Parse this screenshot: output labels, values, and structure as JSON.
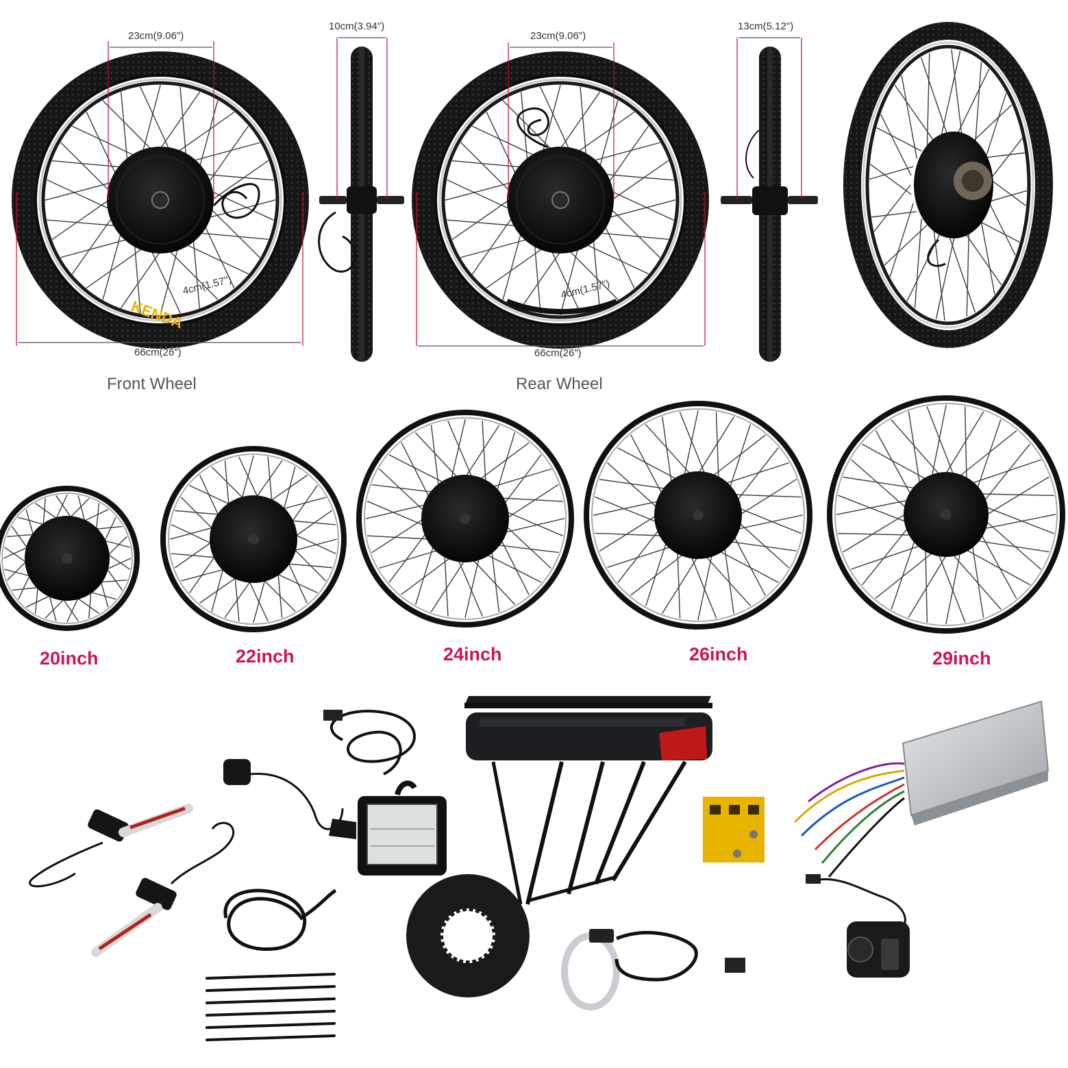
{
  "top_panel": {
    "front": {
      "hub_width": "23cm(9.06\")",
      "side_width": "10cm(3.94\")",
      "hub_depth": "4cm(1.57\")",
      "diameter": "66cm(26\")",
      "caption": "Front Wheel",
      "tire_brand": "KENDA"
    },
    "rear": {
      "hub_width": "23cm(9.06\")",
      "side_width": "13cm(5.12\")",
      "hub_depth": "4cm(1.57\")",
      "diameter": "66cm(26\")",
      "caption": "Rear Wheel"
    }
  },
  "sizes": [
    "20inch",
    "22inch",
    "24inch",
    "26inch",
    "29inch"
  ],
  "colors": {
    "dimension_line": "#c8102e",
    "size_label": "#d0144f",
    "tire": "#1a1a1a",
    "rim": "#2a2a2a",
    "spoke": "#3a3a3a",
    "brake_lever_accent": "#b22222",
    "connector_yellow": "#e8b400",
    "controller_silver": "#c9ccd0",
    "tail_light": "#c01818"
  },
  "components": [
    "brake-lever-icon",
    "thumb-throttle-icon",
    "lcd-display-icon",
    "battery-rack-icon",
    "pas-sensor-disc-icon",
    "pas-sensor-icon",
    "connector-block-icon",
    "motor-controller-icon",
    "power-switch-icon",
    "cable-ties-icon"
  ]
}
